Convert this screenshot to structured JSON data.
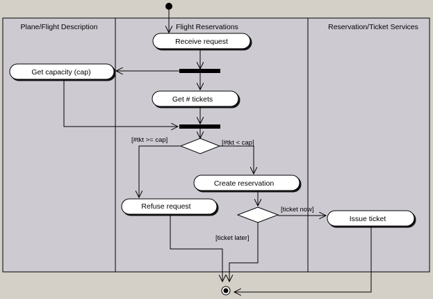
{
  "swimlanes": [
    {
      "id": "plane",
      "title": "Plane/Flight Description"
    },
    {
      "id": "reservations",
      "title": "Flight Reservations"
    },
    {
      "id": "services",
      "title": "Reservation/Ticket Services"
    }
  ],
  "activities": {
    "receive_request": "Receive request",
    "get_capacity": "Get capacity  (cap)",
    "get_tickets": "Get # tickets",
    "create_reservation": "Create reservation",
    "refuse_request": "Refuse request",
    "issue_ticket": "Issue ticket"
  },
  "guards": {
    "tkt_ge_cap": "[#tkt >= cap]",
    "tkt_lt_cap": "[#tkt < cap]",
    "ticket_now": "[ticket now]",
    "ticket_later": "[ticket later]"
  },
  "colors": {
    "background": "#d4d0c8",
    "lane_fill": "#cdcad2",
    "node_fill": "#ffffff",
    "line": "#000000"
  }
}
